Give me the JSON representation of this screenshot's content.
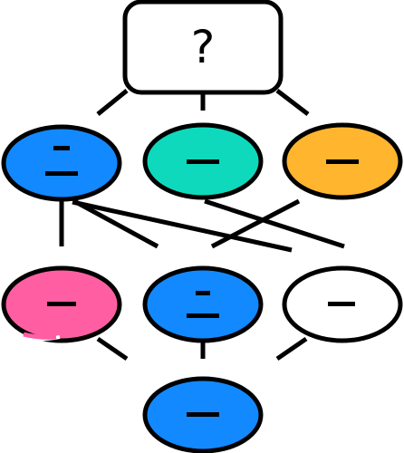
{
  "puzzle": {
    "title_box_text": "?",
    "node_colors": {
      "blue": "#1289ff",
      "teal": "#0fd9bd",
      "orange": "#ffb52e",
      "pink": "#ff5fa2",
      "white": "#ffffff",
      "outline": "#000000"
    },
    "nodes": [
      {
        "id": "n1",
        "color": "blue",
        "symbol": "two-dash"
      },
      {
        "id": "n2",
        "color": "teal",
        "symbol": "dash"
      },
      {
        "id": "n3",
        "color": "orange",
        "symbol": "dash"
      },
      {
        "id": "n4",
        "color": "pink",
        "symbol": "dash"
      },
      {
        "id": "n5",
        "color": "blue",
        "symbol": "two-dash"
      },
      {
        "id": "n6",
        "color": "white",
        "symbol": "dash"
      },
      {
        "id": "n7",
        "color": "blue",
        "symbol": "dash"
      }
    ]
  }
}
